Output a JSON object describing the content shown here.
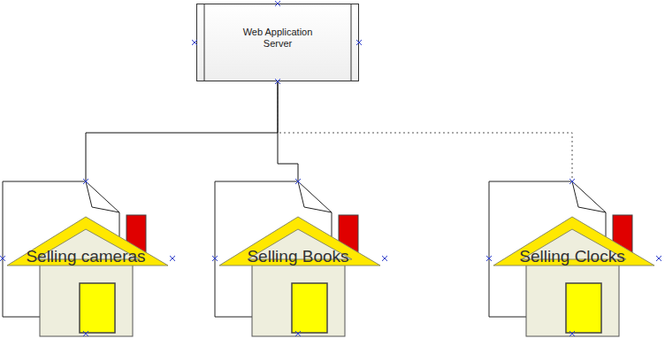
{
  "diagram": {
    "nodes": [
      {
        "text": [
          "Web Application Server"
        ]
      },
      {
        "text": [
          "Selling cameras"
        ]
      },
      {
        "text": [
          "Selling Books"
        ]
      },
      {
        "text": [
          "Selling Clocks"
        ]
      }
    ],
    "edges": [
      {
        "from": 0,
        "to": 1,
        "arrow": "none"
      },
      {
        "from": 0,
        "to": 2,
        "arrow": "none"
      },
      {
        "from": 0,
        "to": 3,
        "arrow": "none"
      }
    ]
  }
}
